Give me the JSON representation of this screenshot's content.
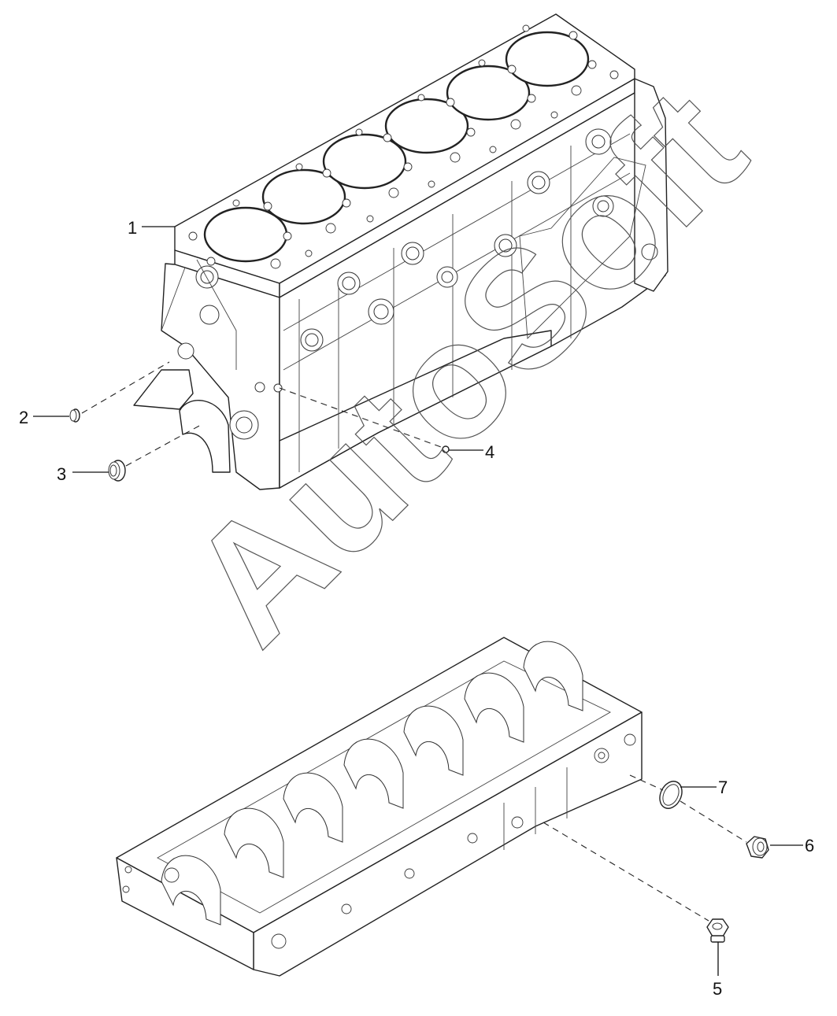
{
  "watermark": "AutoSoft",
  "callouts": [
    {
      "id": "1",
      "label": "1"
    },
    {
      "id": "2",
      "label": "2"
    },
    {
      "id": "3",
      "label": "3"
    },
    {
      "id": "4",
      "label": "4"
    },
    {
      "id": "5",
      "label": "5"
    },
    {
      "id": "6",
      "label": "6"
    },
    {
      "id": "7",
      "label": "7"
    }
  ]
}
